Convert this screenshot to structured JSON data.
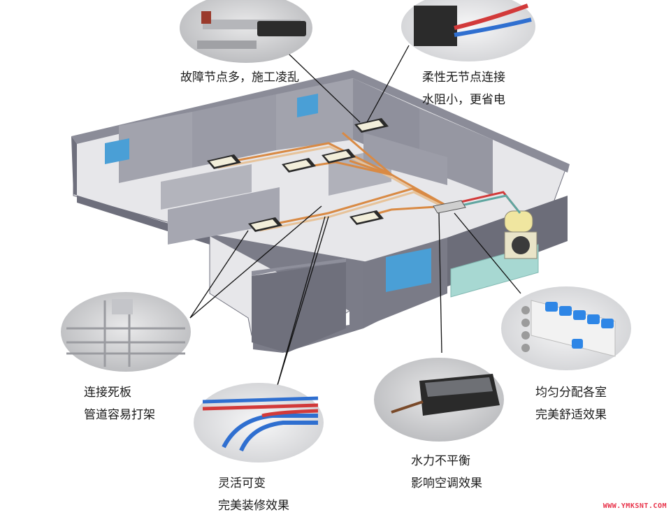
{
  "callouts": {
    "top_left": {
      "line1": "故障节点多，施工凌乱"
    },
    "top_right": {
      "line1": "柔性无节点连接",
      "line2": "水阻小，更省电"
    },
    "mid_left": {
      "line1": "连接死板",
      "line2": "管道容易打架"
    },
    "mid_right": {
      "line1": "均匀分配各室",
      "line2": "完美舒适效果"
    },
    "bottom_left": {
      "line1": "灵活可变",
      "line2": "完美装修效果"
    },
    "bottom_center": {
      "line1": "水力不平衡",
      "line2": "影响空调效果"
    }
  },
  "watermark": "WWW.YMKSNT.COM",
  "colors": {
    "wall_top": "#8b8c98",
    "wall_side": "#6e6f7c",
    "floor": "#e7e7ea",
    "window": "#4a9fd6",
    "pipe_orange": "#d98a44",
    "pipe_red": "#d23a3a",
    "pipe_blue": "#2f6fd0",
    "manifold_blue": "#2e86e6"
  }
}
